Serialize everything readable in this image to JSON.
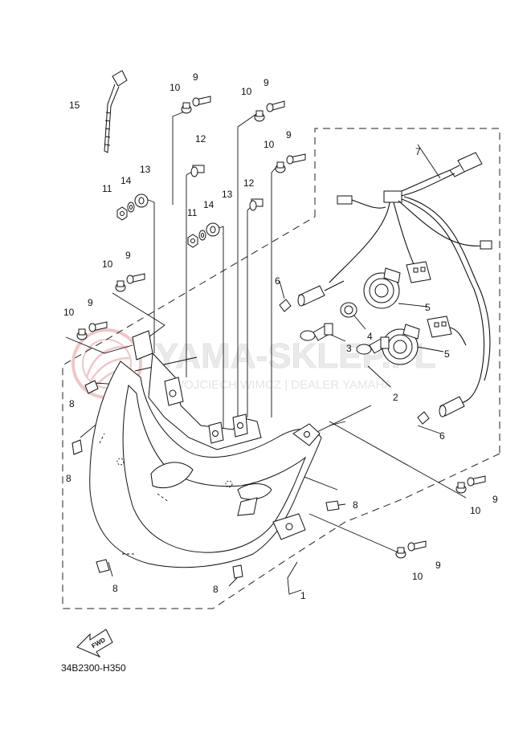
{
  "diagram": {
    "code": "34B2300-H350",
    "fwd_label": "FWD",
    "watermark": {
      "brand": "YAMA-SKLEP.PL",
      "subtitle": "WOJCIECH WIMCZ | DEALER YAMAHA"
    },
    "callouts": [
      "15",
      "10",
      "9",
      "10",
      "9",
      "12",
      "10",
      "9",
      "7",
      "13",
      "14",
      "11",
      "12",
      "13",
      "14",
      "11",
      "10",
      "9",
      "6",
      "10",
      "9",
      "5",
      "3",
      "4",
      "5",
      "2",
      "6",
      "8",
      "8",
      "9",
      "10",
      "8",
      "9",
      "10",
      "8",
      "8",
      "1"
    ],
    "colors": {
      "line": "#111111",
      "watermark": "#e8a0a0"
    }
  }
}
